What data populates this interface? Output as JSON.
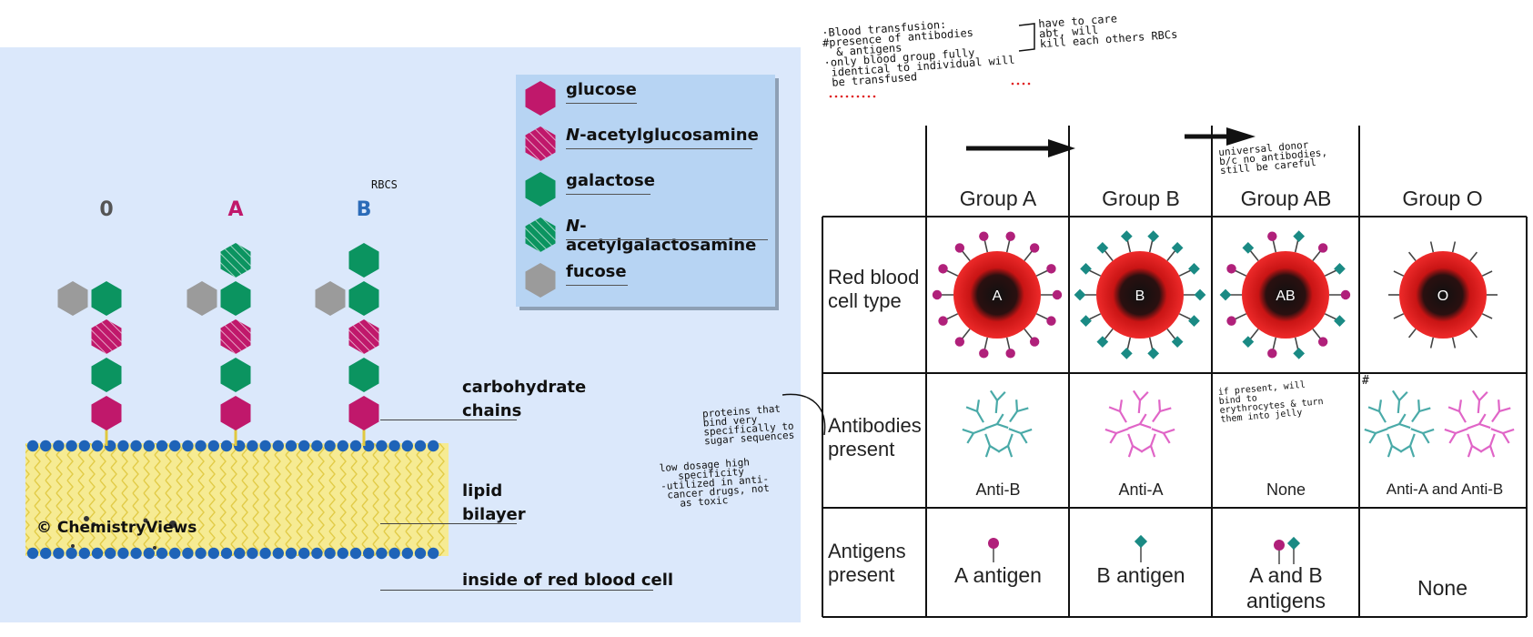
{
  "left_diagram": {
    "groups": [
      "0",
      "A",
      "B"
    ],
    "legend": [
      {
        "icon": "glucose-icon",
        "prefix": "",
        "label": "glucose"
      },
      {
        "icon": "n-acetylglucosamine-icon",
        "prefix": "N",
        "label": "-acetylglucosamine"
      },
      {
        "icon": "galactose-icon",
        "prefix": "",
        "label": "galactose"
      },
      {
        "icon": "n-acetylgalactosamine-icon",
        "prefix": "N",
        "label": "-acetylgalactosamine"
      },
      {
        "icon": "fucose-icon",
        "prefix": "",
        "label": "fucose"
      }
    ],
    "labels": {
      "carbohydrate_1": "carbohydrate",
      "carbohydrate_2": "chains",
      "lipid_1": "lipid",
      "lipid_2": "bilayer",
      "inside": "inside of red blood cell"
    },
    "logo": "© ChemistryViews",
    "colors": {
      "glucose": "#c0186b",
      "galactose": "#0b9460",
      "fucose": "#9b9b9b",
      "label_0": "#555555",
      "label_A": "#c0186b",
      "label_B": "#2b6bb8",
      "membrane_heads": "#1e63b8",
      "membrane_tails": "#f5e98a"
    }
  },
  "notes": {
    "rbcs": "RBCS",
    "top_note": "·Blood transfusion:\n#presence of antibodies\n  & antigens\n·only blood group fully\n identical to individual will\n be transfused",
    "bracket_note": "have to care\nabt, will\nkill each others RBCs",
    "universal_note": "universal donor\nb/c no antibodies,\nstill be careful",
    "proteins_note": "proteins that\nbind very\nspecifically to\nsugar sequences",
    "dosage_note": "low dosage high\n   specificity\n-utilized in anti-\n cancer drugs, not\n   as toxic",
    "jelly_note": "if present, will\nbind to\nerythrocytes & turn\nthem into jelly",
    "hash_mark": "#"
  },
  "table": {
    "headers": [
      "Group A",
      "Group B",
      "Group AB",
      "Group O"
    ],
    "row_labels": [
      [
        "Red blood",
        "cell type"
      ],
      [
        "Antibodies",
        "present"
      ],
      [
        "Antigens",
        "present"
      ]
    ],
    "cell_letters": [
      "A",
      "B",
      "AB",
      "O"
    ],
    "antibodies": [
      "Anti-B",
      "Anti-A",
      "None",
      "Anti-A and Anti-B"
    ],
    "antigens": [
      [
        "A antigen"
      ],
      [
        "B antigen"
      ],
      [
        "A and B",
        "antigens"
      ],
      [
        "None"
      ]
    ],
    "colors": {
      "anti_a": "#e065c7",
      "anti_b": "#4aaaa8",
      "antigen_a": "#b0207a",
      "antigen_b": "#1a8a84",
      "cell_red": "#e02020"
    }
  }
}
